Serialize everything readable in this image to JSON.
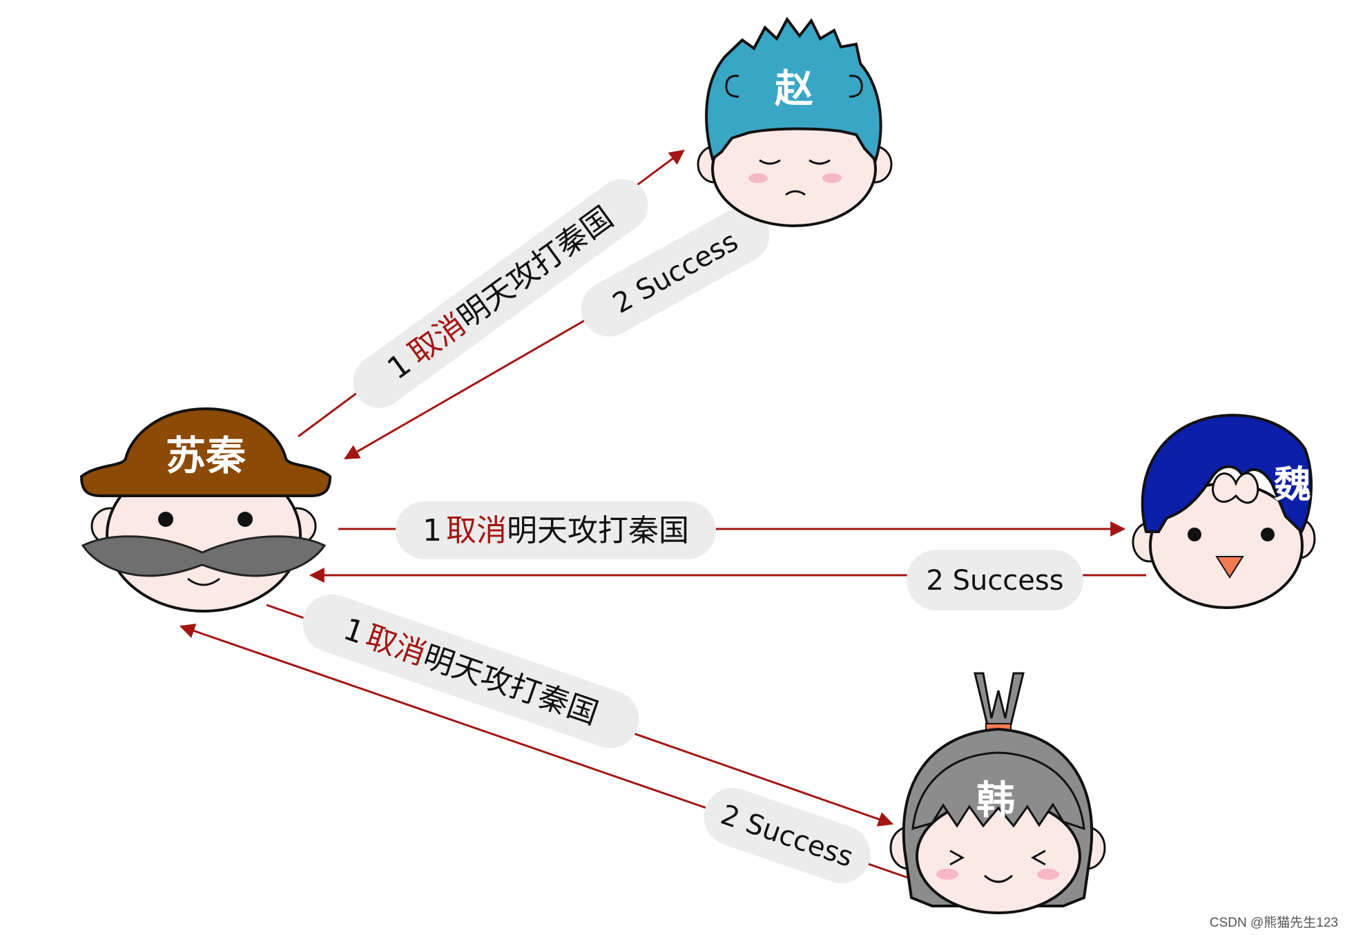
{
  "nodes": {
    "coordinator": "苏秦",
    "zhao": "赵",
    "wei": "魏",
    "han": "韩"
  },
  "messages": {
    "cancel_step": "1",
    "cancel_highlight": "取消",
    "cancel_rest": "明天攻打秦国",
    "success": "2 Success"
  },
  "watermark": "CSDN @熊猫先生123",
  "colors": {
    "arrow": "#a31512",
    "highlight": "#a31512",
    "pill_bg": "#ececec",
    "su_qin_hat": "#8b4a05",
    "mustache": "#6f6f6f",
    "zhao_hair": "#3aa6c6",
    "wei_hair": "#0c1fa8",
    "han_hair": "#8c8c8c",
    "skin": "#fbe9e6"
  }
}
